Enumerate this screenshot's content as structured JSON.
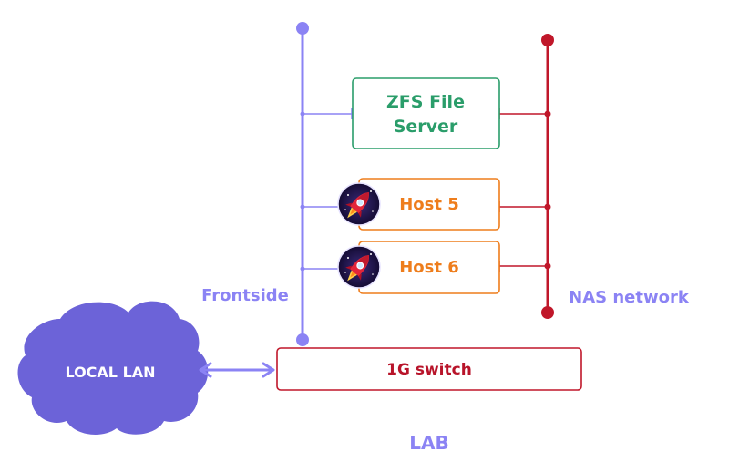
{
  "diagram": {
    "nodes": {
      "zfs_server": {
        "line1": "ZFS File",
        "line2": "Server"
      },
      "host5": {
        "label": "Host 5"
      },
      "host6": {
        "label": "Host 6"
      },
      "switch": {
        "label": "1G switch"
      },
      "local_lan": {
        "label": "LOCAL LAN"
      }
    },
    "networks": {
      "frontside": {
        "label": "Frontside"
      },
      "nas": {
        "label": "NAS network"
      }
    },
    "lab_label": "LAB",
    "icons": {
      "host5": "rocket-icon",
      "host6": "rocket-icon"
    },
    "colors": {
      "frontside": "#8b83f4",
      "nas": "#c0172a",
      "zfs": "#2a9d6a",
      "host": "#ee7d1c",
      "switch_text": "#b8142a",
      "cloud": "#6c63d8",
      "label": "#8b83f4",
      "rocket_bg": "#1f1446"
    }
  }
}
